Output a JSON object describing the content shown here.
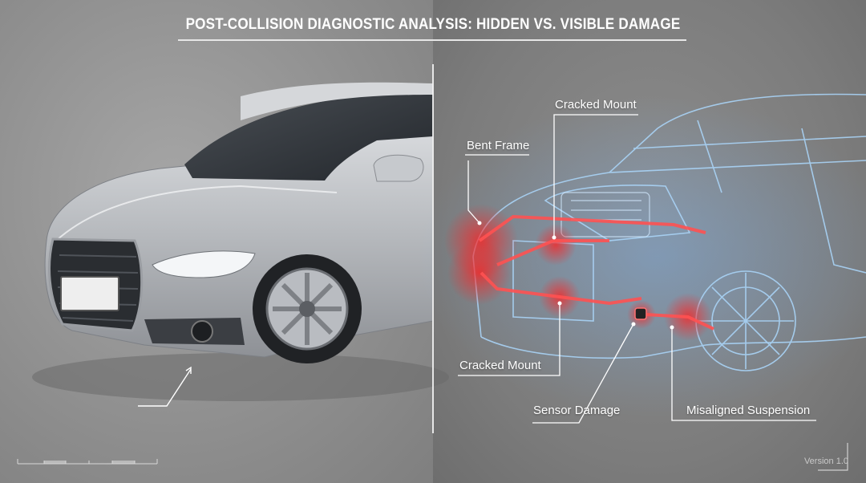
{
  "title": "POST-COLLISION DIAGNOSTIC ANALYSIS: HIDDEN VS. VISIBLE DAMAGE",
  "callouts": {
    "cracked_mount_top": "Cracked Mount",
    "bent_frame": "Bent Frame",
    "cracked_mount_bottom": "Cracked Mount",
    "sensor_damage": "Sensor Damage",
    "misaligned_suspension": "Misaligned Suspension"
  },
  "version": "Version 1.0",
  "colors": {
    "car_body": "#c4c7cb",
    "xray_blue": "#9ecbf2",
    "damage_red": "#ff3b3b",
    "annotation": "#ffffff"
  }
}
